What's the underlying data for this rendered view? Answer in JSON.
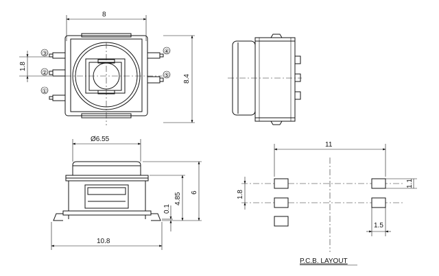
{
  "top_view": {
    "dim_width": "8",
    "dim_height": "8.4",
    "dim_pitch": "1.8",
    "pins": [
      "①",
      "②",
      "③",
      "④",
      "⑤"
    ]
  },
  "front_view": {
    "dim_diameter": "Ø6.55",
    "dim_width": "10.8",
    "dim_height": "6",
    "dim_body": "4.85",
    "dim_standoff": "0.1"
  },
  "pcb_layout": {
    "title": "P.C.B. LAYOUT",
    "dim_span": "11",
    "dim_pitch": "1.8",
    "dim_pad_height": "1.1",
    "dim_pad_width": "1.5"
  }
}
